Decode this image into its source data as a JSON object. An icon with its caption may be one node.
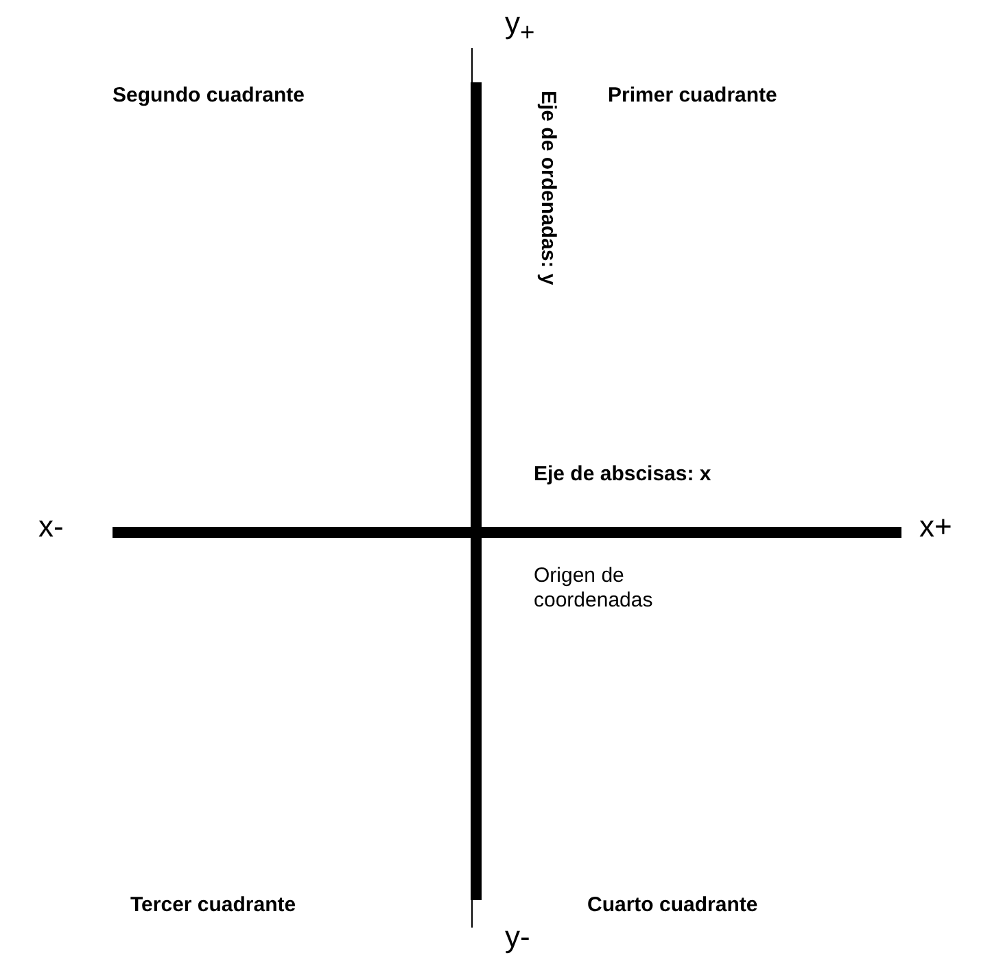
{
  "diagram": {
    "labels": [
      "y$_{+}$",
      "Segundo cuadrante",
      "Primer cuadrante",
      "Eje de ordenadas: y",
      "Eje de abscisas: x",
      "x-",
      "x+",
      "Origen de coordenadas",
      "Tercer cuadrante",
      "Cuarto cuadrante",
      "y-"
    ]
  }
}
